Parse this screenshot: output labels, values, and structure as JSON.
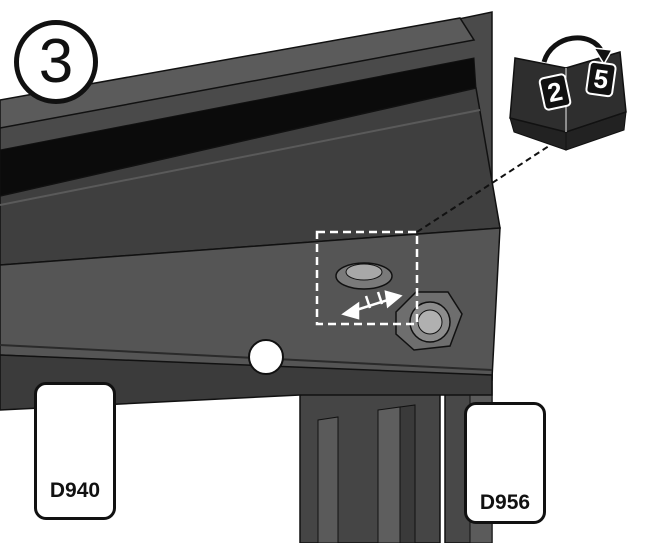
{
  "step": {
    "number": "3"
  },
  "manual_ref": {
    "from_page": "2",
    "to_page": "5"
  },
  "parts": [
    {
      "code": "D940"
    },
    {
      "code": "D956"
    }
  ],
  "colors": {
    "steel_dark": "#3d3d3d",
    "steel_mid": "#4f4f4f",
    "steel_light": "#666666",
    "outline": "#111111",
    "callout": "#ffffff"
  }
}
